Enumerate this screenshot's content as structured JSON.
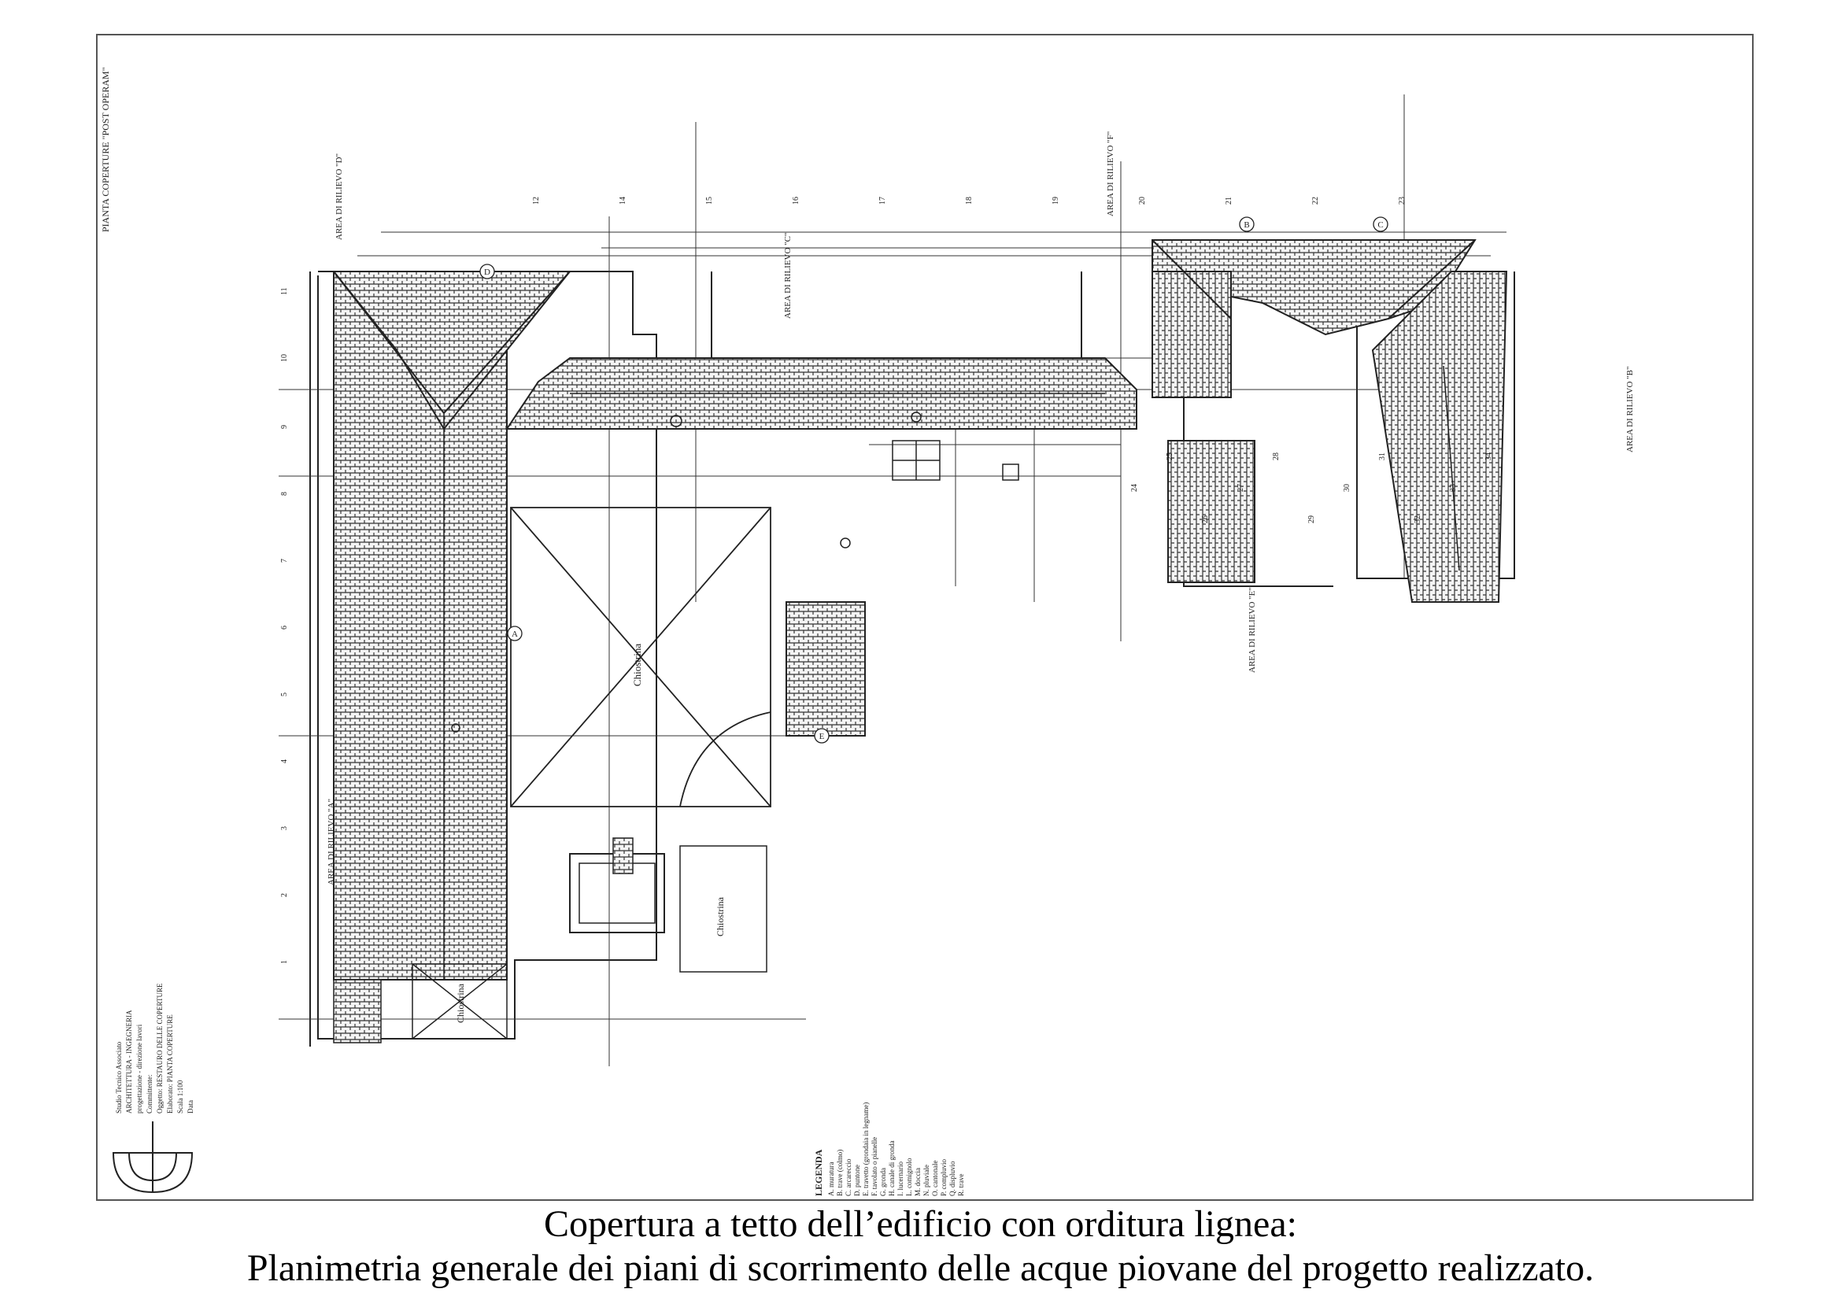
{
  "drawing": {
    "title": "PIANTA COPERTURE \"POST OPERAM\"",
    "areas": {
      "a": "AREA DI RILIEVO \"A\"",
      "b": "AREA DI RILIEVO \"B\"",
      "c": "AREA DI RILIEVO \"C\"",
      "d": "AREA DI RILIEVO \"D\"",
      "e": "AREA DI RILIEVO \"E\"",
      "f": "AREA DI RILIEVO \"F\""
    },
    "rooms": {
      "chiostrina_1": "Chiostrina",
      "chiostrina_2": "Chiostrina",
      "chiostrina_3": "Chiostrina"
    },
    "markers": [
      "A",
      "B",
      "C",
      "D",
      "E"
    ],
    "section_numbers": [
      "1",
      "2",
      "3",
      "4",
      "5",
      "6",
      "7",
      "8",
      "9",
      "10",
      "11",
      "12",
      "14",
      "15",
      "16",
      "17",
      "18",
      "19",
      "20",
      "21",
      "22",
      "23",
      "24",
      "25",
      "26",
      "27",
      "28",
      "29",
      "30",
      "31",
      "32",
      "33",
      "34"
    ]
  },
  "legend": {
    "heading": "LEGENDA",
    "items": [
      "A. muratura",
      "B. trave (colmo)",
      "C. arcareccio",
      "D. puntone",
      "E. travetto (grondaia in legname)",
      "F. tavolato o pianelle",
      "G. gronda",
      "H. canale di gronda",
      "I. lucernario",
      "L. comignolo",
      "M. doccia",
      "N. pluviale",
      "O. cantonale",
      "P. compluvio",
      "Q. displuvio",
      "R. trave"
    ]
  },
  "titleblock": {
    "lines": [
      "Studio Tecnico Associato",
      "ARCHITETTURA - INGEGNERIA",
      "progettazione - direzione lavori",
      "Committente:",
      "Oggetto: RESTAURO DELLE COPERTURE",
      "Elaborato: PIANTA COPERTURE",
      "Scala 1:100",
      "Data"
    ]
  },
  "caption": {
    "line1": "Copertura a tetto dell’edificio con orditura lignea:",
    "line2": "Planimetria generale dei piani di scorrimento delle acque piovane del progetto realizzato."
  }
}
